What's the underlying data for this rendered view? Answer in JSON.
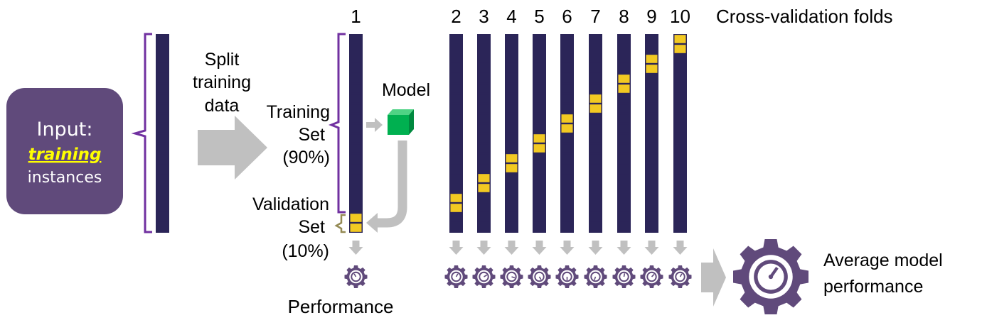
{
  "input_box": {
    "line1": "Input:",
    "line2": "training",
    "line3": "instances"
  },
  "split_label": [
    "Split",
    "training",
    "data"
  ],
  "training_set_label": [
    "Training",
    "Set",
    "(90%)"
  ],
  "validation_set_label": [
    "Validation",
    "Set",
    "(10%)"
  ],
  "model_label": "Model",
  "performance_label": "Performance",
  "folds_title": "Cross-validation folds",
  "average_label": [
    "Average model",
    "performance"
  ],
  "folds": [
    {
      "label": "1",
      "validation_rows": [
        18,
        19
      ]
    },
    {
      "label": "2",
      "validation_rows": [
        16,
        17
      ]
    },
    {
      "label": "3",
      "validation_rows": [
        14,
        15
      ]
    },
    {
      "label": "4",
      "validation_rows": [
        12,
        13
      ]
    },
    {
      "label": "5",
      "validation_rows": [
        10,
        11
      ]
    },
    {
      "label": "6",
      "validation_rows": [
        8,
        9
      ]
    },
    {
      "label": "7",
      "validation_rows": [
        6,
        7
      ]
    },
    {
      "label": "8",
      "validation_rows": [
        4,
        5
      ]
    },
    {
      "label": "9",
      "validation_rows": [
        2,
        3
      ]
    },
    {
      "label": "10",
      "validation_rows": [
        0,
        1
      ]
    }
  ],
  "rows_per_column": 20,
  "colors": {
    "instance": "#2b2558",
    "validation": "#f2c922",
    "purple": "#604a7b",
    "bracket": "#7030a0",
    "val_bracket": "#948a54",
    "arrow": "#c0c0c0",
    "model_cube": "#00b050",
    "highlight": "#ffff00"
  },
  "icons": {
    "model": "cube-icon",
    "performance": "gauge-gear-icon",
    "arrows": "gray-arrow-icon"
  }
}
